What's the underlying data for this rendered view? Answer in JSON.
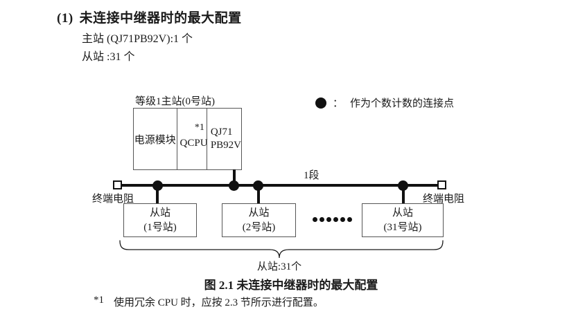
{
  "page": {
    "heading_number": "(1)",
    "heading_text": "未连接中继器时的最大配置",
    "master_count_line": "主站 (QJ71PB92V):1 个",
    "slave_count_line": "从站 :31 个"
  },
  "diagram": {
    "master_label": "等级1主站(0号站)",
    "master_cells": {
      "power": "电源模块",
      "cpu": "QCPU",
      "cpu_note": "*1",
      "module_line1": "QJ71",
      "module_line2": "PB92V"
    },
    "legend": {
      "colon": "：",
      "text": "作为个数计数的连接点"
    },
    "segment_label": "1段",
    "terminator_left": "终端电阻",
    "terminator_right": "终端电阻",
    "slaves": [
      {
        "line1": "从站",
        "line2": "(1号站)"
      },
      {
        "line1": "从站",
        "line2": "(2号站)"
      },
      {
        "line1": "从站",
        "line2": "(31号站)"
      }
    ],
    "brace_label": "从站:31个"
  },
  "caption": "图 2.1 未连接中继器时的最大配置",
  "footnote": {
    "marker": "*1",
    "text": "使用冗余 CPU 时，应按 2.3 节所示进行配置。"
  },
  "colors": {
    "line": "#111111",
    "text": "#1a1a1a",
    "box_border": "#555555"
  }
}
